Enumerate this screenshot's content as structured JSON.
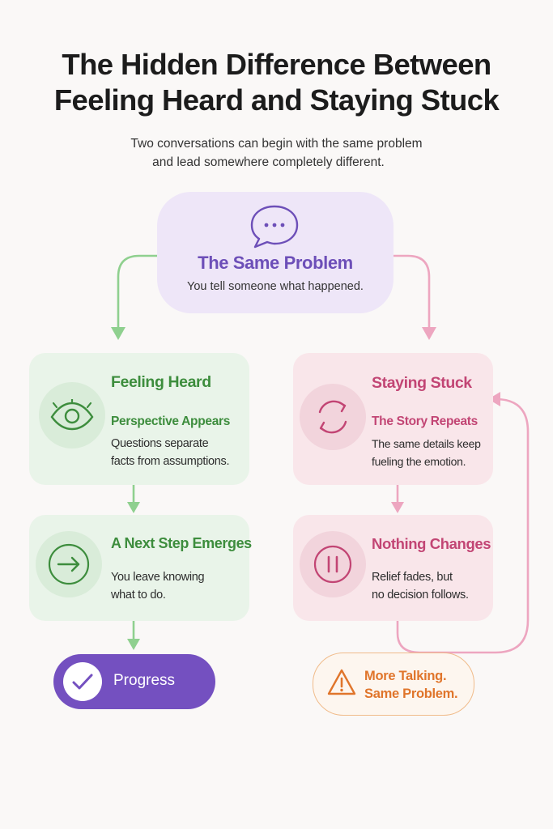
{
  "title": {
    "line1": "The Hidden Difference Between",
    "line2": "Feeling Heard and Staying Stuck"
  },
  "subtitle": {
    "line1": "Two conversations can begin with the same problem",
    "line2": "and lead somewhere completely different."
  },
  "source": {
    "title": "The Same Problem",
    "text": "You tell someone what happened.",
    "icon": "chat-bubble-icon"
  },
  "left_path": {
    "card1": {
      "title": "Feeling Heard",
      "subtitle": "Perspective Appears",
      "text_line1": "Questions separate",
      "text_line2": "facts from assumptions.",
      "icon": "eye-icon"
    },
    "card2": {
      "title": "A Next Step Emerges",
      "text_line1": "You leave knowing",
      "text_line2": "what to do.",
      "icon": "arrow-right-icon"
    },
    "outcome": {
      "label": "Progress",
      "icon": "check-icon"
    }
  },
  "right_path": {
    "card1": {
      "title": "Staying Stuck",
      "subtitle": "The Story Repeats",
      "text_line1": "The same details keep",
      "text_line2": "fueling the emotion.",
      "icon": "cycle-arrows-icon"
    },
    "card2": {
      "title": "Nothing Changes",
      "text_line1": "Relief fades, but",
      "text_line2": "no decision follows.",
      "icon": "pause-icon"
    },
    "outcome": {
      "line1": "More Talking.",
      "line2": "Same Problem.",
      "icon": "warning-icon"
    }
  },
  "colors": {
    "purple": "#7450c0",
    "green": "#3d8d3d",
    "pink": "#c24574",
    "orange": "#e0752b",
    "green_line": "#8fd08f",
    "pink_line": "#eda6c0"
  }
}
